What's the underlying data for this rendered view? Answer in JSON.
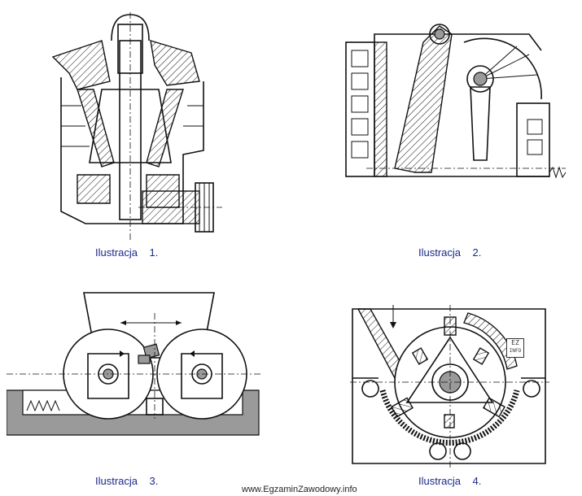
{
  "captions": {
    "ill1": "Ilustracja    1.",
    "ill2": "Ilustracja    2.",
    "ill3": "Ilustracja    3.",
    "ill4": "Ilustracja    4."
  },
  "watermark": "www.EgzaminZawodowy.info",
  "badge": {
    "line1": "EZ",
    "line2": "INFO"
  }
}
